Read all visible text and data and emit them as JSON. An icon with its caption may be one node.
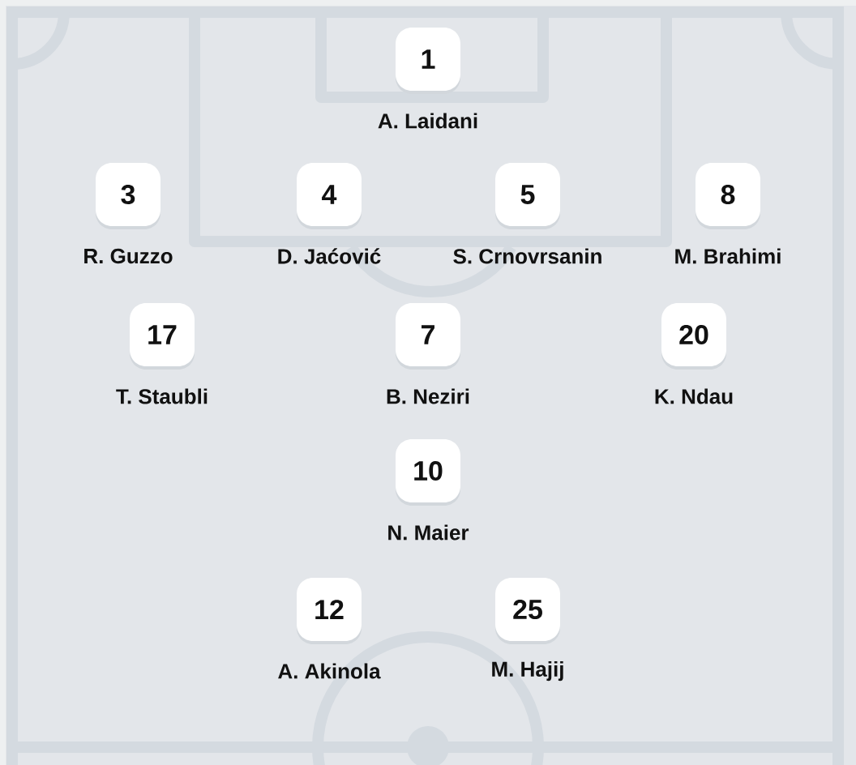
{
  "diagram": {
    "nodes": [
      {
        "text": [
          "1"
        ],
        "beside": [
          "A. Laidani"
        ]
      },
      {
        "text": [
          "3"
        ],
        "beside": [
          "R. Guzzo"
        ]
      },
      {
        "text": [
          "4"
        ],
        "beside": [
          "D. Jaćović"
        ]
      },
      {
        "text": [
          "5"
        ],
        "beside": [
          "S. Crnovrsanin"
        ]
      },
      {
        "text": [
          "8"
        ],
        "beside": [
          "M. Brahimi"
        ]
      },
      {
        "text": [
          "17"
        ],
        "beside": [
          "T. Staubli"
        ]
      },
      {
        "text": [
          "7"
        ],
        "beside": [
          "B. Neziri"
        ]
      },
      {
        "text": [
          "20"
        ],
        "beside": [
          "K. Ndau"
        ]
      },
      {
        "text": [
          "10"
        ],
        "beside": [
          "N. Maier"
        ]
      },
      {
        "text": [
          "12"
        ],
        "beside": [
          "A. Akinola"
        ]
      },
      {
        "text": [
          "25"
        ],
        "beside": [
          "M. Hajij"
        ]
      }
    ]
  }
}
